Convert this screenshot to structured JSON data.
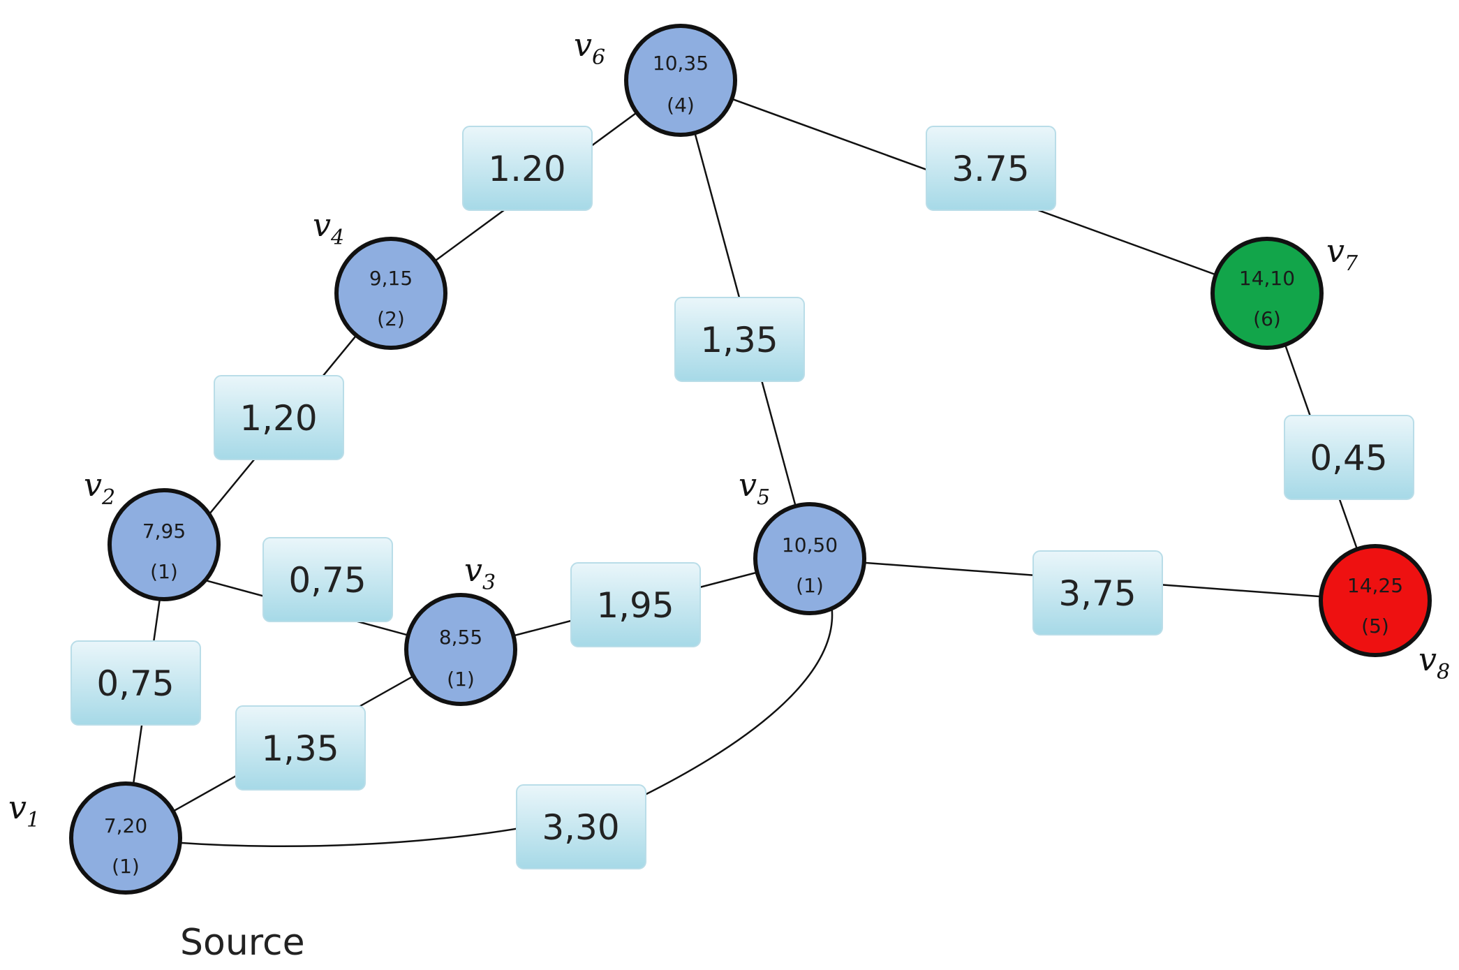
{
  "colors": {
    "node_default": "#8eaee0",
    "node_source": "#8eaee0",
    "node_green": "#12a54a",
    "node_red": "#ee1111",
    "node_stroke": "#111111",
    "box_fill_top": "#e4f3f8",
    "box_fill_bottom": "#a9dbe8",
    "edge_line": "#111111"
  },
  "nodes": [
    {
      "id": "v1",
      "letter": "v",
      "sub": "1",
      "value": "7,20",
      "count": "(1)",
      "color": "node_default"
    },
    {
      "id": "v2",
      "letter": "v",
      "sub": "2",
      "value": "7,95",
      "count": "(1)",
      "color": "node_default"
    },
    {
      "id": "v3",
      "letter": "v",
      "sub": "3",
      "value": "8,55",
      "count": "(1)",
      "color": "node_default"
    },
    {
      "id": "v4",
      "letter": "v",
      "sub": "4",
      "value": "9,15",
      "count": "(2)",
      "color": "node_default"
    },
    {
      "id": "v5",
      "letter": "v",
      "sub": "5",
      "value": "10,50",
      "count": "(1)",
      "color": "node_default"
    },
    {
      "id": "v6",
      "letter": "v",
      "sub": "6",
      "value": "10,35",
      "count": "(4)",
      "color": "node_default"
    },
    {
      "id": "v7",
      "letter": "v",
      "sub": "7",
      "value": "14,10",
      "count": "(6)",
      "color": "node_green"
    },
    {
      "id": "v8",
      "letter": "v",
      "sub": "8",
      "value": "14,25",
      "count": "(5)",
      "color": "node_red"
    }
  ],
  "edges": [
    {
      "id": "e-v1-v2",
      "from": "v1",
      "to": "v2",
      "weight": "0,75"
    },
    {
      "id": "e-v1-v3",
      "from": "v1",
      "to": "v3",
      "weight": "1,35"
    },
    {
      "id": "e-v1-v5",
      "from": "v1",
      "to": "v5",
      "weight": "3,30"
    },
    {
      "id": "e-v2-v4",
      "from": "v2",
      "to": "v4",
      "weight": "1,20"
    },
    {
      "id": "e-v2-v3",
      "from": "v2",
      "to": "v3",
      "weight": "0,75"
    },
    {
      "id": "e-v3-v5",
      "from": "v3",
      "to": "v5",
      "weight": "1,95"
    },
    {
      "id": "e-v4-v6",
      "from": "v4",
      "to": "v6",
      "weight": "1.20"
    },
    {
      "id": "e-v6-v5",
      "from": "v6",
      "to": "v5",
      "weight": "1,35"
    },
    {
      "id": "e-v6-v7",
      "from": "v6",
      "to": "v7",
      "weight": "3.75"
    },
    {
      "id": "e-v5-v8",
      "from": "v5",
      "to": "v8",
      "weight": "3,75"
    },
    {
      "id": "e-v7-v8",
      "from": "v7",
      "to": "v8",
      "weight": "0,45"
    }
  ],
  "caption": "Source"
}
